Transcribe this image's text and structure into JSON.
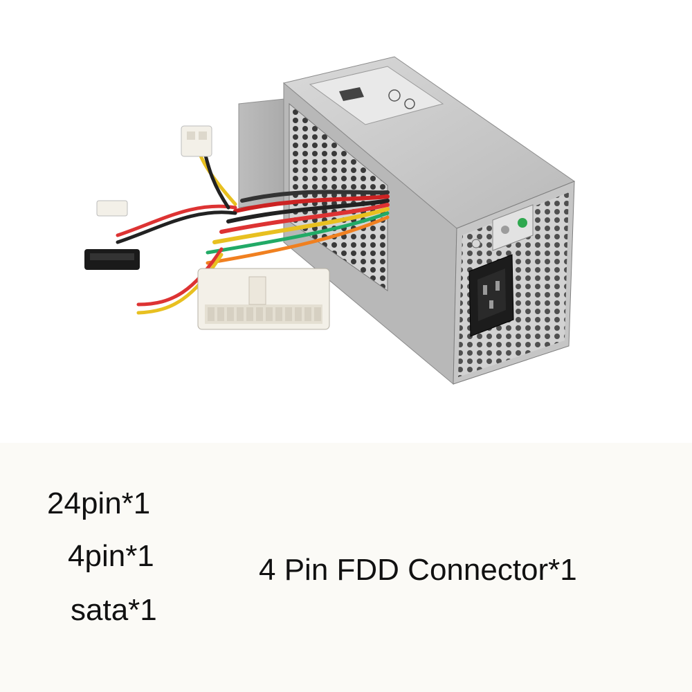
{
  "image": {
    "subject": "power-supply-unit-photo",
    "colors": {
      "background": "#ffffff",
      "caption_background": "#fbfaf6",
      "psu_metal": "#c9c9c9",
      "connector": "#f3f0e8",
      "led": "#2fa84f",
      "text": "#111111"
    }
  },
  "specs": {
    "line_24pin": "24pin*1",
    "line_4pin": "4pin*1",
    "line_sata": "sata*1",
    "line_fdd": "4 Pin FDD Connector*1"
  }
}
